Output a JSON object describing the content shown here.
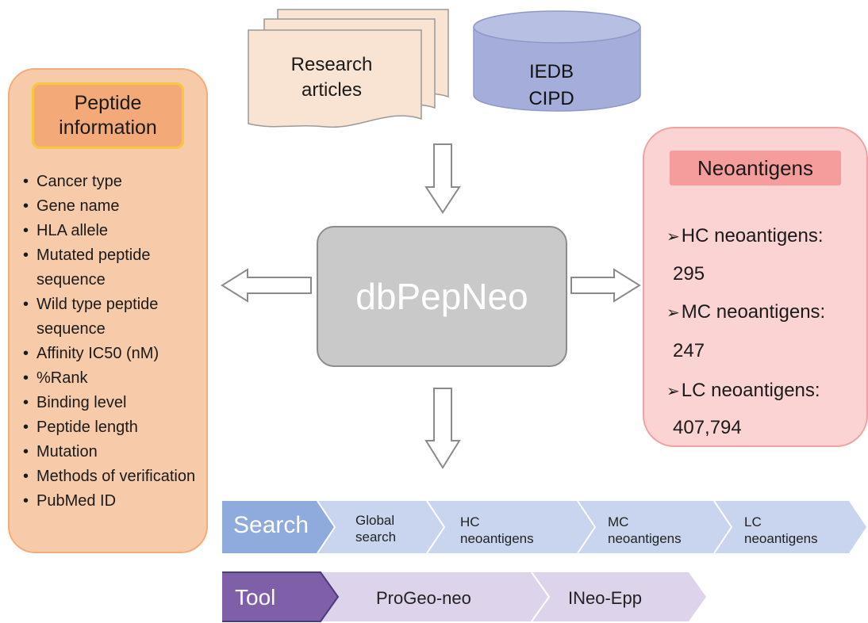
{
  "sources": {
    "documents": "Research\narticles",
    "database_line1": "IEDB",
    "database_line2": "CIPD"
  },
  "center": {
    "label": "dbPepNeo"
  },
  "peptide_info": {
    "title": "Peptide\ninformation",
    "fields": [
      "Cancer type",
      "Gene name",
      "HLA allele",
      "Mutated peptide sequence",
      "Wild type peptide sequence",
      "Affinity IC50 (nM)",
      "%Rank",
      "Binding level",
      "Peptide length",
      "Mutation",
      "Methods of verification",
      "PubMed ID"
    ]
  },
  "neoantigens": {
    "title": "Neoantigens",
    "stats": [
      {
        "label": "HC neoantigens:",
        "value": "295"
      },
      {
        "label": "MC neoantigens:",
        "value": "247"
      },
      {
        "label": "LC neoantigens:",
        "value": "407,794"
      }
    ]
  },
  "search_row": {
    "label": "Search",
    "items": [
      "Global\nsearch",
      "HC\nneoantigens",
      "MC\nneoantigens",
      "LC\nneoantigens"
    ]
  },
  "tool_row": {
    "label": "Tool",
    "items": [
      "ProGeo-neo",
      "INeo-Epp"
    ]
  },
  "colors": {
    "left_panel": "#f7caa9",
    "right_panel": "#fcd3d3",
    "center_box": "#c9c9c9",
    "database": "#a5aedb",
    "documents": "#f9e3d2",
    "search_head": "#8faadc",
    "search_item": "#c9d5ee",
    "tool_head": "#7f5fa8",
    "tool_item": "#ddd3ea"
  }
}
